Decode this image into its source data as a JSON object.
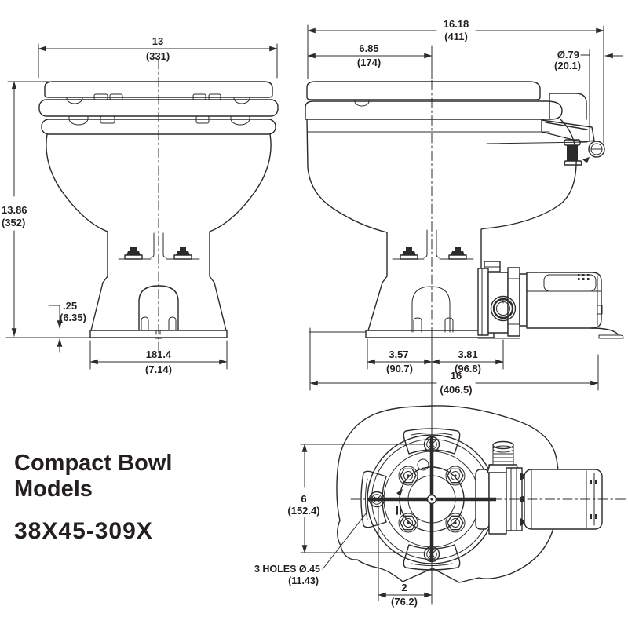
{
  "page": {
    "background": "#ffffff",
    "ink": "#2b2b2b",
    "text_ink": "#231f20"
  },
  "product": {
    "title_line1": "Compact Bowl",
    "title_line2": "Models",
    "model_number": "38X45-309X"
  },
  "views": {
    "front": {
      "dims": {
        "seat_width": {
          "value": "13",
          "metric": "(331)"
        },
        "overall_height": {
          "value": "13.86",
          "metric": "(352)"
        },
        "base_thickness": {
          "value": ".25",
          "metric": "(6.35)"
        },
        "base_width": {
          "value": "181.4",
          "metric": "(7.14)"
        }
      }
    },
    "side": {
      "dims": {
        "overall_length": {
          "value": "16.18",
          "metric": "(411)"
        },
        "front_to_centerline": {
          "value": "6.85",
          "metric": "(174)"
        },
        "fitting_diameter": {
          "value": "Ø.79",
          "metric": "(20.1)"
        },
        "centerline_to_front_base": {
          "value": "3.57",
          "metric": "(90.7)"
        },
        "centerline_to_pump": {
          "value": "3.81",
          "metric": "(96.8)"
        },
        "footprint_length": {
          "value": "16",
          "metric": "(406.5)"
        }
      }
    },
    "bottom": {
      "dims": {
        "hole_span_vertical": {
          "value": "6",
          "metric": "(152.4)"
        },
        "hole_span_horizontal": {
          "value": "2",
          "metric": "(76.2)"
        },
        "mounting_holes_note": {
          "line1": "3 HOLES Ø.45",
          "line2": "(11.43)"
        }
      }
    }
  }
}
